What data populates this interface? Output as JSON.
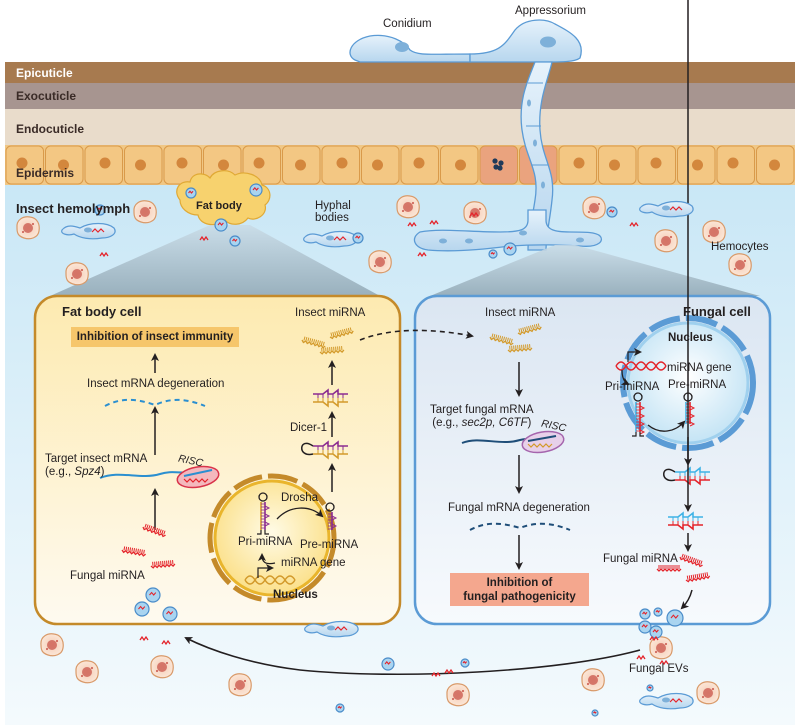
{
  "layers": {
    "epicuticle": "Epicuticle",
    "exocuticle": "Exocuticle",
    "endocuticle": "Endocuticle",
    "epidermis": "Epidermis"
  },
  "top_labels": {
    "conidium": "Conidium",
    "appressorium": "Appressorium"
  },
  "hemolymph": {
    "title": "Insect hemolymph",
    "fat_body": "Fat body",
    "hyphal_bodies_line1": "Hyphal",
    "hyphal_bodies_line2": "bodies",
    "hemocytes": "Hemocytes",
    "fungal_evs": "Fungal EVs"
  },
  "fat_body_cell": {
    "title": "Fat body cell",
    "result": "Inhibition of insect immunity",
    "degeneration": "Insect mRNA degeneration",
    "target_line1": "Target insect mRNA",
    "target_line2_prefix": "(e.g., ",
    "target_line2_gene": "Spz4",
    "target_line2_suffix": ")",
    "risc": "RISC",
    "fungal_mirna": "Fungal miRNA",
    "insect_mirna": "Insect miRNA",
    "dicer": "Dicer-1",
    "nucleus": {
      "title": "Nucleus",
      "drosha": "Drosha",
      "pri": "Pri-miRNA",
      "pre": "Pre-miRNA",
      "gene": "miRNA gene"
    }
  },
  "fungal_cell": {
    "title": "Fungal cell",
    "insect_mirna": "Insect miRNA",
    "target_line1": "Target fungal mRNA",
    "target_line2_prefix": "(e.g., ",
    "target_line2_genes": "sec2p, C6TF",
    "target_line2_suffix": ")",
    "risc": "RISC",
    "degeneration": "Fungal mRNA degeneration",
    "result_line1": "Inhibition of",
    "result_line2": "fungal pathogenicity",
    "fungal_mirna": "Fungal miRNA",
    "nucleus": {
      "title": "Nucleus",
      "gene": "miRNA gene",
      "pri": "Pri-miRNA",
      "pre": "Pre-miRNA"
    }
  },
  "colors": {
    "epicuticle": "#a77a4f",
    "exocuticle": "#a79590",
    "endocuticle": "#e9dccb",
    "epidermis": "#f3c783",
    "hemolymph": "#cde9f6",
    "fat_box_border": "#c48a2a",
    "fat_box_fill": "#fdf3d2",
    "fungal_box_border": "#5b9bd5",
    "fungal_box_fill": "#eaf1f8",
    "insect_result": "#f6c66b",
    "fungal_result": "#f4a78e",
    "fungal_mirna": "#e4242b",
    "insect_mirna": "#d39a2b",
    "fungal_mirna_blue": "#3fb3e6",
    "purple": "#8b2c91"
  }
}
